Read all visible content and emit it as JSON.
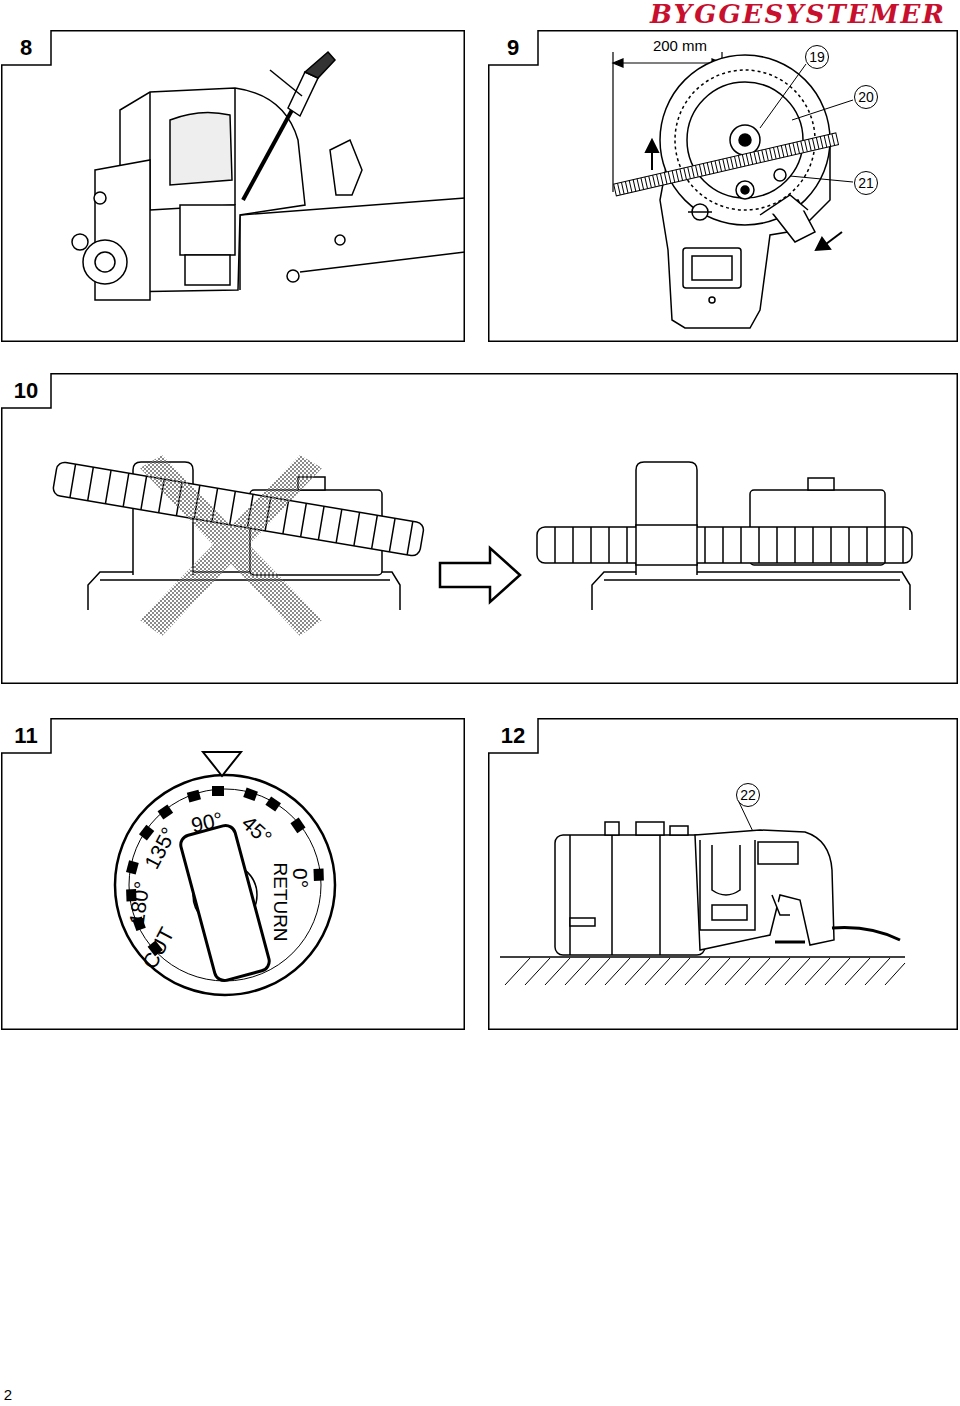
{
  "diagram": {
    "nodes": [
      {
        "text": [
          "8"
        ]
      },
      {
        "text": [
          "9"
        ]
      },
      {
        "text": [
          "19"
        ],
        "in": 1
      },
      {
        "text": [
          "20"
        ],
        "in": 1
      },
      {
        "text": [
          "21"
        ],
        "in": 1
      },
      {
        "text": [
          "10"
        ]
      },
      {
        "text": [
          "11"
        ]
      },
      {
        "text": [
          "12"
        ]
      },
      {
        "text": [
          "22"
        ],
        "in": 7
      }
    ],
    "labels": [
      "BYGGESYSTEMER",
      "200 mm",
      "90°",
      "45°",
      "135°",
      "180°",
      "CUT",
      "0°",
      "RETURN",
      "2"
    ]
  }
}
